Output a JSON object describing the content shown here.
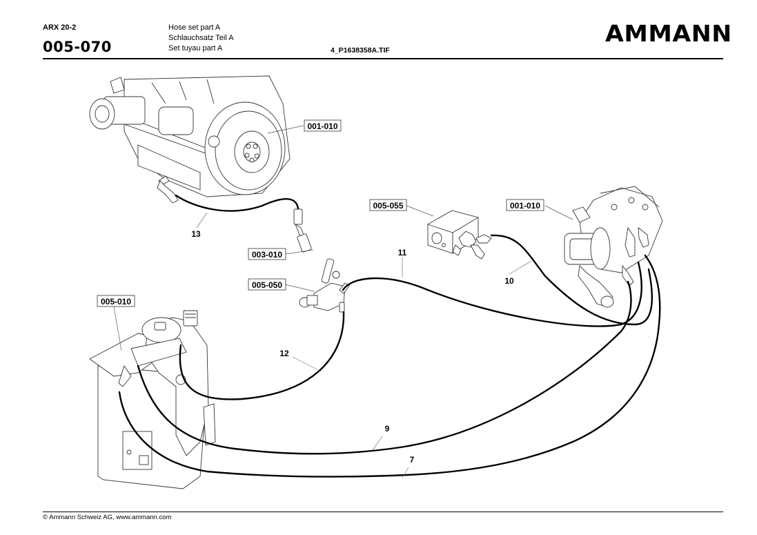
{
  "header": {
    "model": "ARX 20-2",
    "page_code": "005-070",
    "titles": [
      "Hose set part A",
      "Schlauchsatz Teil A",
      "Set tuyau part A"
    ],
    "image_file": "4_P1638358A.TIF",
    "brand_logo": "AMMANN"
  },
  "footer": {
    "copyright": "© Ammann Schweiz AG, www.ammann.com"
  },
  "drawing": {
    "part_callouts": [
      {
        "ref": "001-010",
        "component": "engine"
      },
      {
        "ref": "005-055",
        "component": "valve-block"
      },
      {
        "ref": "001-010",
        "component": "hydraulic-pump"
      },
      {
        "ref": "003-010",
        "component": "fitting"
      },
      {
        "ref": "005-050",
        "component": "valve-manifold"
      },
      {
        "ref": "005-010",
        "component": "hydraulic-tank"
      }
    ],
    "hose_numbers": [
      "13",
      "11",
      "10",
      "12",
      "9",
      "7"
    ]
  }
}
